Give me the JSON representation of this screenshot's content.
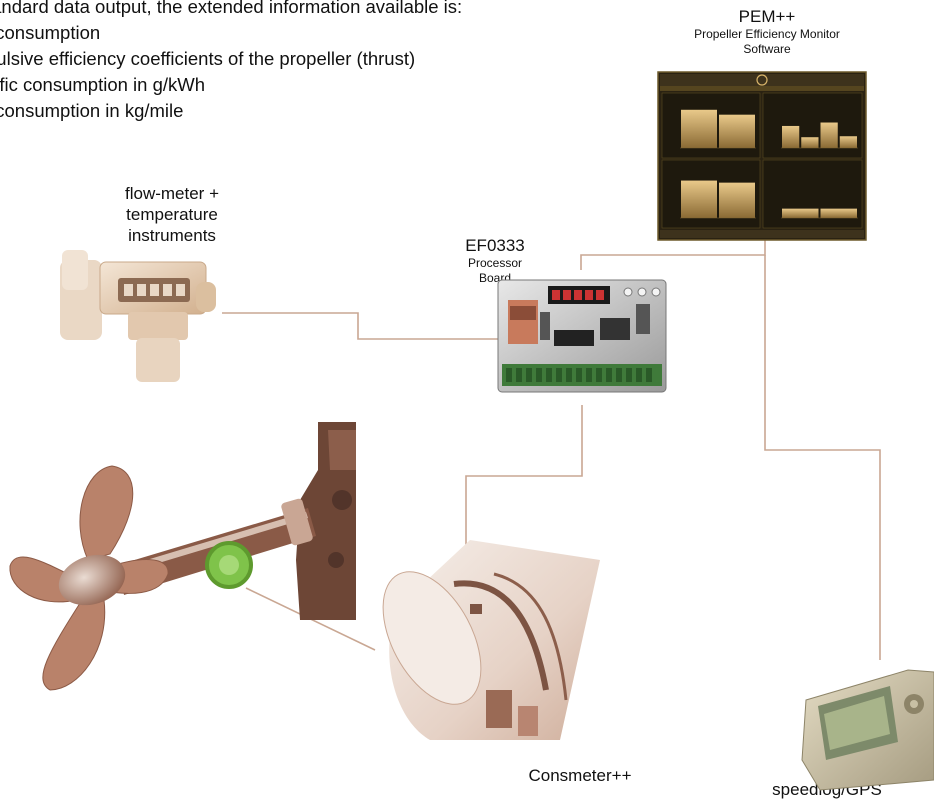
{
  "intro": {
    "heading": "tandard data output, the extended information available is:",
    "items": [
      "l consumption",
      "pulsive efficiency coefficients  of the propeller  (thrust)",
      "cific consumption  in g/kWh",
      "l consumption in kg/mile"
    ]
  },
  "software": {
    "name": "PEM++",
    "subtitle_line1": "Propeller Efficiency Monitor",
    "subtitle_line2": "Software"
  },
  "flowmeter": {
    "line1": "flow-meter +",
    "line2": "temperature",
    "line3": "instruments"
  },
  "processor": {
    "name": "EF0333",
    "line1": "Processor",
    "line2": "Board"
  },
  "consmeter": {
    "name": "Consmeter++"
  },
  "speedlog": {
    "name": "speedlog/GPS"
  },
  "colors": {
    "connector": "#c9a793",
    "propeller": "#b9826a",
    "highlight": "#7fc34a",
    "screen_bg": "#2a2212",
    "screen_bar": "#c9a256"
  },
  "screen_chart_data": [
    {
      "panel": "top-left",
      "values": [
        0.78,
        0.68
      ]
    },
    {
      "panel": "top-right",
      "values": [
        0.45,
        0.22,
        0.52,
        0.24
      ]
    },
    {
      "panel": "bottom-left",
      "values": [
        0.72,
        0.68
      ]
    },
    {
      "panel": "bottom-right",
      "values": [
        0.18,
        0.18
      ]
    }
  ]
}
